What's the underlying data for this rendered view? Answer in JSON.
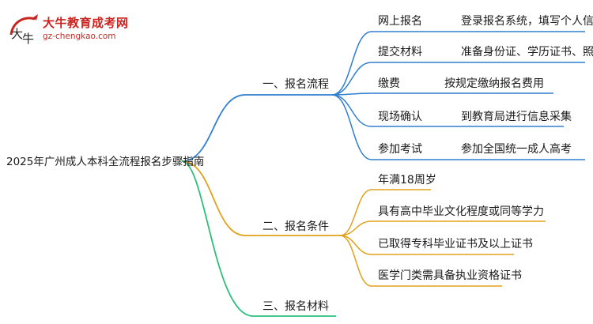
{
  "logo": {
    "name": "大牛教育成考网",
    "url": "gz-chengkao.com"
  },
  "mindmap": {
    "root": "2025年广州成人本科全流程报名步骤指南",
    "branches": [
      {
        "label": "一、报名流程",
        "color": "#2f7fd1",
        "children": [
          {
            "label": "网上报名",
            "detail": "登录报名系统，填写个人信息"
          },
          {
            "label": "提交材料",
            "detail": "准备身份证、学历证书、照片"
          },
          {
            "label": "缴费",
            "detail": "按规定缴纳报名费用"
          },
          {
            "label": "现场确认",
            "detail": "到教育局进行信息采集"
          },
          {
            "label": "参加考试",
            "detail": "参加全国统一成人高考"
          }
        ]
      },
      {
        "label": "二、报名条件",
        "color": "#e3a11c",
        "children": [
          {
            "label": "年满18周岁"
          },
          {
            "label": "具有高中毕业文化程度或同等学力"
          },
          {
            "label": "已取得专科毕业证书及以上证书"
          },
          {
            "label": "医学门类需具备执业资格证书"
          }
        ]
      },
      {
        "label": "三、报名材料",
        "color": "#2bbf7a",
        "children": []
      }
    ]
  }
}
